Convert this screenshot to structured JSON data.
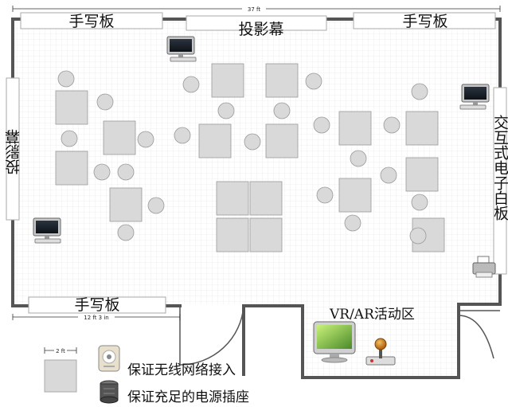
{
  "dimensions": {
    "total_width": "37 ft",
    "door_offset": "12 ft 3 in",
    "table_size": "2 ft"
  },
  "boards": {
    "top_left": "手写板",
    "top_center": "投影幕",
    "top_right": "手写板",
    "left": "投影幕",
    "right": "交互式电子白板",
    "bottom_left": "手写板"
  },
  "vr_area": {
    "label": "VR/AR活动区"
  },
  "legend": {
    "wifi": "保证无线网络接入",
    "power": "保证充足的电源插座"
  },
  "icons": [
    "computer-icon",
    "printer-icon",
    "joystick-icon",
    "wifi-router-icon",
    "power-outlet-icon"
  ]
}
